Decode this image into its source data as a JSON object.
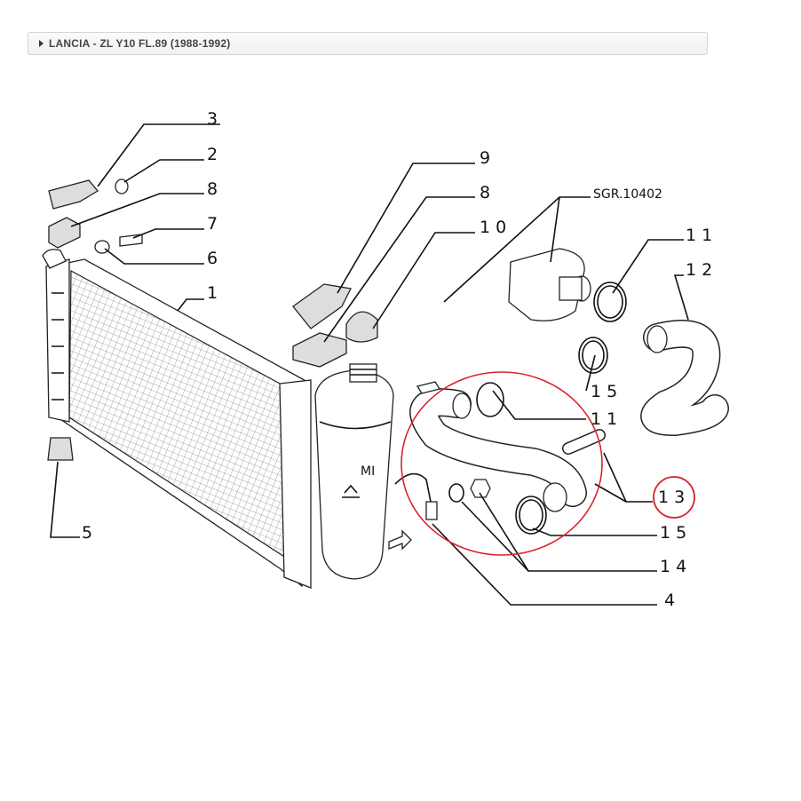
{
  "breadcrumb": {
    "label": "LANCIA - ZL Y10 FL.89 (1988-1992)"
  },
  "diagram": {
    "reference": "SGR.10402",
    "callouts": {
      "c1": "1",
      "c2": "2",
      "c3": "3",
      "c4": "4",
      "c5": "5",
      "c6": "6",
      "c7": "7",
      "c8a": "8",
      "c8b": "8",
      "c9": "9",
      "c10": "1 0",
      "c11a": "1 1",
      "c11b": "1 1",
      "c12": "1 2",
      "c13": "1 3",
      "c14": "1 4",
      "c15a": "1 5",
      "c15b": "1 5"
    },
    "highlight_color": "#d9232e"
  }
}
